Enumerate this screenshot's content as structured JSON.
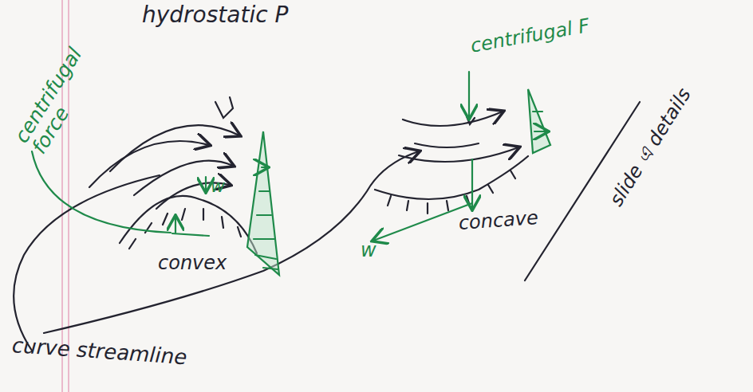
{
  "diagram": {
    "labels": [
      "hydrostatic P",
      "centrifugal force",
      "w",
      "convex",
      "centrifugal F",
      "concave",
      "w",
      "curve streamline",
      "slide এ details"
    ]
  }
}
